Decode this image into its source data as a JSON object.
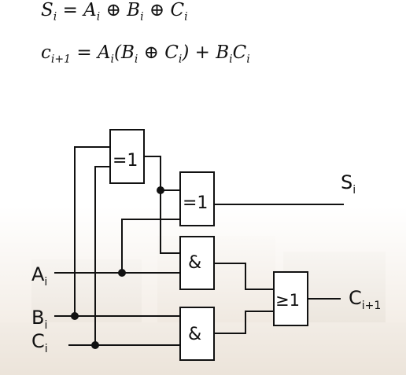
{
  "equations": {
    "sum": {
      "lhs": "S",
      "lhs_sub": "i",
      "eq": "=",
      "terms": [
        {
          "base": "A",
          "sub": "i"
        },
        {
          "base": "B",
          "sub": "i"
        },
        {
          "base": "C",
          "sub": "i"
        }
      ],
      "op": "⊕"
    },
    "carry": {
      "lhs": "c",
      "lhs_sub": "i+1",
      "text_1": "= A",
      "sub_1": "i",
      "text_2": "(B",
      "sub_2": "i",
      "text_3": " ⊕ C",
      "sub_3": "i",
      "text_4": ") + B",
      "sub_4": "i",
      "text_5": "C",
      "sub_5": "i"
    }
  },
  "circuit": {
    "gate_xor_1": "=1",
    "gate_xor_2": "=1",
    "gate_and_1": "&",
    "gate_and_2": "&",
    "gate_or": "≥1",
    "input_a": "A",
    "input_a_sub": "i",
    "input_b": "B",
    "input_b_sub": "i",
    "input_c": "C",
    "input_c_sub": "i",
    "output_s": "S",
    "output_s_sub": "i",
    "output_c": "C",
    "output_c_sub": "i+1"
  },
  "colors": {
    "line": "#111111",
    "background_tint": "#efe6dc"
  }
}
